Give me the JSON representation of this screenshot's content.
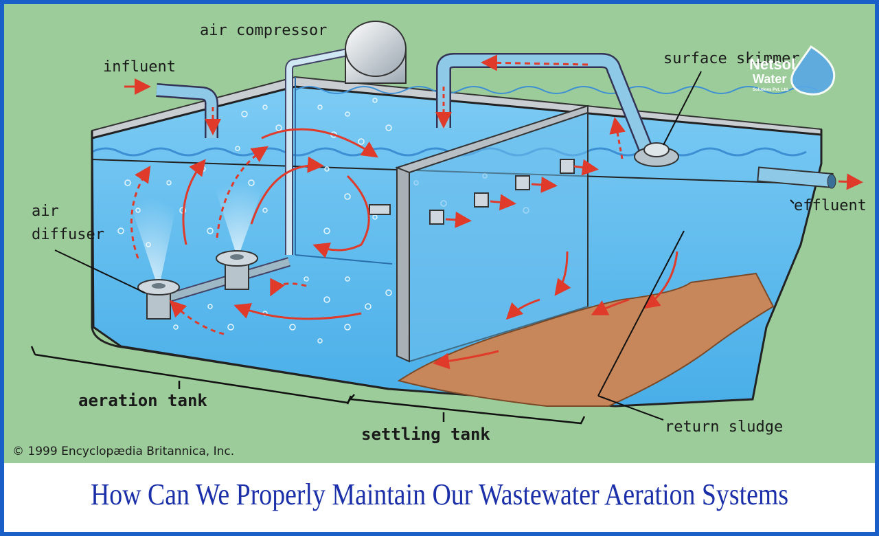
{
  "labels": {
    "air_compressor": "air compressor",
    "influent": "influent",
    "surface_skimmer": "surface skimmer",
    "air_diffuser_line1": "air",
    "air_diffuser_line2": "diffuser",
    "effluent": "effluent",
    "aeration_tank": "aeration tank",
    "settling_tank": "settling tank",
    "return_sludge": "return sludge"
  },
  "copyright": "© 1999 Encyclopædia Britannica, Inc.",
  "logo": {
    "line1": "Netsol",
    "line2": "Water",
    "line3": "Solutions Pvt. Ltd."
  },
  "caption": "How Can We Properly Maintain Our Wastewater Aeration Systems",
  "colors": {
    "background": "#9ccc9a",
    "water": "#5cb8ee",
    "sludge": "#c8875a",
    "arrow": "#e03a2a",
    "pipe": "#8ec9e8",
    "caption_text": "#1a2fa8",
    "frame": "#1a5fc8"
  }
}
